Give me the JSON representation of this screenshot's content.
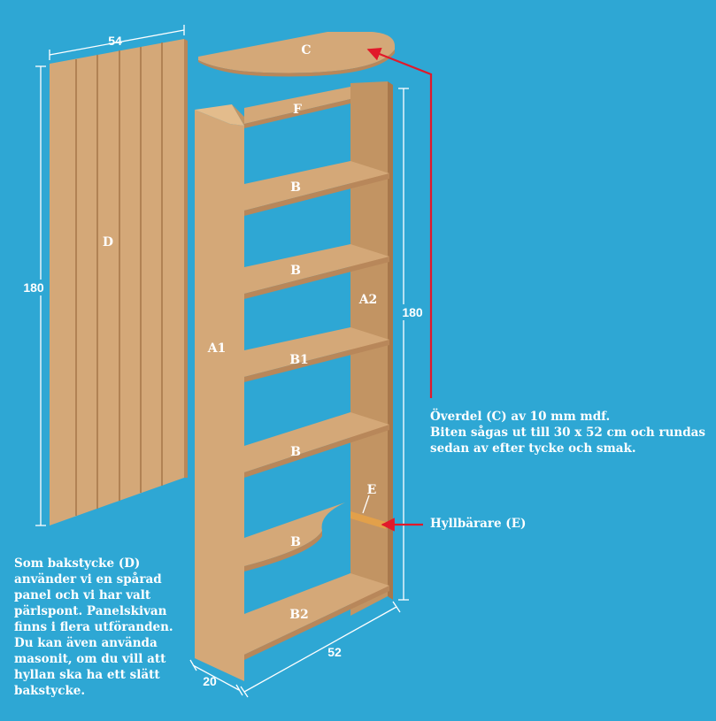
{
  "colors": {
    "background": "#2ea7d4",
    "wood": "#d4a878",
    "wood_dark": "#b8875a",
    "wood_light": "#e3bc8c",
    "arrow": "#e1192a",
    "text": "#ffffff"
  },
  "parts": {
    "back_panel": "D",
    "top": "C",
    "frieze": "F",
    "side_left": "A1",
    "side_right": "A2",
    "shelves": [
      "B",
      "B",
      "B1",
      "B",
      "B",
      "B2"
    ],
    "bracket": "E"
  },
  "dimensions": {
    "back_width": "54",
    "back_height": "180",
    "case_height": "180",
    "case_depth": "20",
    "case_width": "52"
  },
  "annotations": {
    "top_note": [
      "Överdel (C) av 10 mm mdf.",
      "Biten sågas ut till 30 x 52 cm och rundas",
      "sedan av efter tycke och smak."
    ],
    "bracket_note": "Hyllbärare (E)",
    "back_note": [
      "Som bakstycke (D)",
      "använder vi en spårad",
      "panel och vi har valt",
      "pärlspont. Panelskivan",
      "finns i flera utföranden.",
      "Du kan även använda",
      "masonit, om du vill att",
      "hyllan ska ha ett slätt",
      "bakstycke."
    ]
  }
}
